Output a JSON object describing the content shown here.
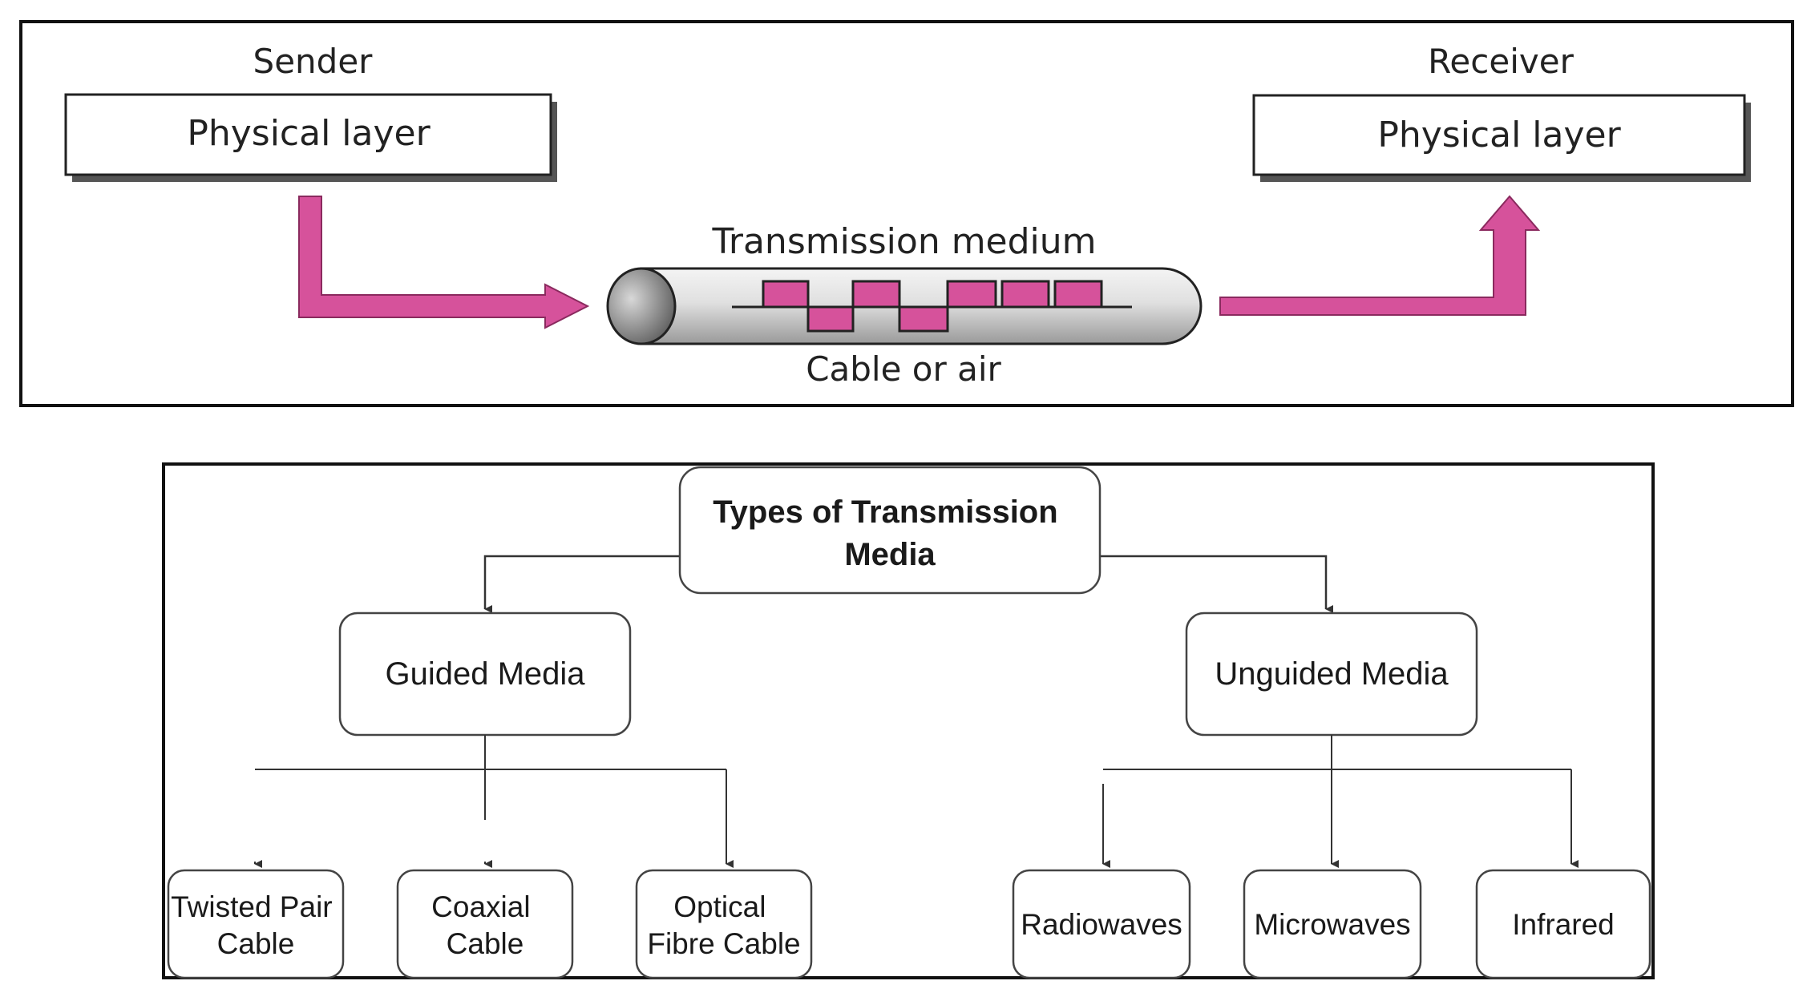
{
  "top_diagram": {
    "sender_label": "Sender",
    "sender_box": "Physical layer",
    "receiver_label": "Receiver",
    "receiver_box": "Physical layer",
    "medium_label": "Transmission medium",
    "medium_caption": "Cable or air"
  },
  "tree": {
    "root": [
      "Types of Transmission",
      "Media"
    ],
    "guided": "Guided Media",
    "unguided": "Unguided Media",
    "guided_children": [
      [
        "Twisted Pair",
        "Cable"
      ],
      [
        "Coaxial",
        "Cable"
      ],
      [
        "Optical",
        "Fibre Cable"
      ]
    ],
    "unguided_children": [
      [
        "Radiowaves"
      ],
      [
        "Microwaves"
      ],
      [
        "Infrared"
      ]
    ]
  },
  "colors": {
    "arrow": "#d6529b",
    "signal": "#d6529b",
    "cable_light": "#e6e6e6",
    "cable_dark": "#8c8c8c"
  }
}
